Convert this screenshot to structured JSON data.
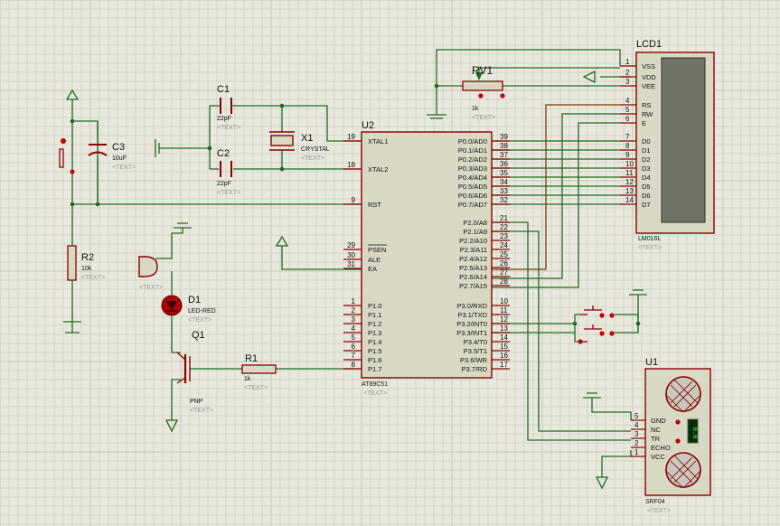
{
  "components": {
    "lcd": {
      "ref": "LCD1",
      "part": "LM016L",
      "text": "<TEXT>",
      "pins": [
        {
          "num": "1",
          "name": "VSS"
        },
        {
          "num": "2",
          "name": "VDD"
        },
        {
          "num": "3",
          "name": "VEE"
        },
        {
          "num": "4",
          "name": "RS"
        },
        {
          "num": "5",
          "name": "RW"
        },
        {
          "num": "6",
          "name": "E"
        },
        {
          "num": "7",
          "name": "D0"
        },
        {
          "num": "8",
          "name": "D1"
        },
        {
          "num": "9",
          "name": "D2"
        },
        {
          "num": "10",
          "name": "D3"
        },
        {
          "num": "11",
          "name": "D4"
        },
        {
          "num": "12",
          "name": "D5"
        },
        {
          "num": "13",
          "name": "D6"
        },
        {
          "num": "14",
          "name": "D7"
        }
      ]
    },
    "rv1": {
      "ref": "RV1",
      "value": "1k",
      "text": "<TEXT>"
    },
    "c1": {
      "ref": "C1",
      "value": "22pF",
      "text": "<TEXT>"
    },
    "c2": {
      "ref": "C2",
      "value": "22pF",
      "text": "<TEXT>"
    },
    "x1": {
      "ref": "X1",
      "value": "CRYSTAL",
      "text": "<TEXT>"
    },
    "c3": {
      "ref": "C3",
      "value": "10uF",
      "text": "<TEXT>"
    },
    "r2": {
      "ref": "R2",
      "value": "10k",
      "text": "<TEXT>"
    },
    "d1": {
      "ref": "D1",
      "value": "LED-RED",
      "text": "<TEXT>"
    },
    "q1": {
      "ref": "Q1",
      "value": "PNP",
      "text": "<TEXT>"
    },
    "r1": {
      "ref": "R1",
      "value": "1k",
      "text": "<TEXT>"
    },
    "buzzer": {
      "text": "<TEXT>"
    },
    "u2": {
      "ref": "U2",
      "part": "AT89C51",
      "text": "<TEXT>",
      "left_pins": [
        {
          "num": "19",
          "name": "XTAL1"
        },
        {
          "num": "18",
          "name": "XTAL2"
        },
        {
          "num": "9",
          "name": "RST"
        },
        {
          "num": "29",
          "name": "PSEN"
        },
        {
          "num": "30",
          "name": "ALE"
        },
        {
          "num": "31",
          "name": "EA"
        },
        {
          "num": "1",
          "name": "P1.0"
        },
        {
          "num": "2",
          "name": "P1.1"
        },
        {
          "num": "3",
          "name": "P1.2"
        },
        {
          "num": "4",
          "name": "P1.3"
        },
        {
          "num": "5",
          "name": "P1.4"
        },
        {
          "num": "6",
          "name": "P1.5"
        },
        {
          "num": "7",
          "name": "P1.6"
        },
        {
          "num": "8",
          "name": "P1.7"
        }
      ],
      "right_pins": [
        {
          "num": "39",
          "name": "P0.0/AD0"
        },
        {
          "num": "38",
          "name": "P0.1/AD1"
        },
        {
          "num": "37",
          "name": "P0.2/AD2"
        },
        {
          "num": "36",
          "name": "P0.3/AD3"
        },
        {
          "num": "35",
          "name": "P0.4/AD4"
        },
        {
          "num": "34",
          "name": "P0.5/AD5"
        },
        {
          "num": "33",
          "name": "P0.6/AD6"
        },
        {
          "num": "32",
          "name": "P0.7/AD7"
        },
        {
          "num": "21",
          "name": "P2.0/A8"
        },
        {
          "num": "22",
          "name": "P2.1/A9"
        },
        {
          "num": "23",
          "name": "P2.2/A10"
        },
        {
          "num": "24",
          "name": "P2.3/A11"
        },
        {
          "num": "25",
          "name": "P2.4/A12"
        },
        {
          "num": "26",
          "name": "P2.5/A13"
        },
        {
          "num": "27",
          "name": "P2.6/A14"
        },
        {
          "num": "28",
          "name": "P2.7/A15"
        },
        {
          "num": "10",
          "name": "P3.0/RXD"
        },
        {
          "num": "11",
          "name": "P3.1/TXD"
        },
        {
          "num": "12",
          "name": "P3.2/INT0"
        },
        {
          "num": "13",
          "name": "P3.3/INT1"
        },
        {
          "num": "14",
          "name": "P3.4/T0"
        },
        {
          "num": "15",
          "name": "P3.5/T1"
        },
        {
          "num": "16",
          "name": "P3.6/WR"
        },
        {
          "num": "17",
          "name": "P3.7/RD"
        }
      ]
    },
    "u1": {
      "ref": "U1",
      "part": "SRF04",
      "text": "<TEXT>",
      "pins": [
        {
          "num": "5",
          "name": "GND"
        },
        {
          "num": "4",
          "name": "NC"
        },
        {
          "num": "3",
          "name": "TR"
        },
        {
          "num": "2",
          "name": "ECHO"
        },
        {
          "num": "1",
          "name": "VCC"
        }
      ],
      "indicator": "0.0"
    }
  },
  "colors": {
    "wire": "#1f6b1f",
    "component_outline": "#8b0000",
    "component_fill": "#d8d8c4",
    "background": "#e8e8de",
    "grid": "#d4d4c6",
    "placeholder_text": "#9a9a9a"
  }
}
